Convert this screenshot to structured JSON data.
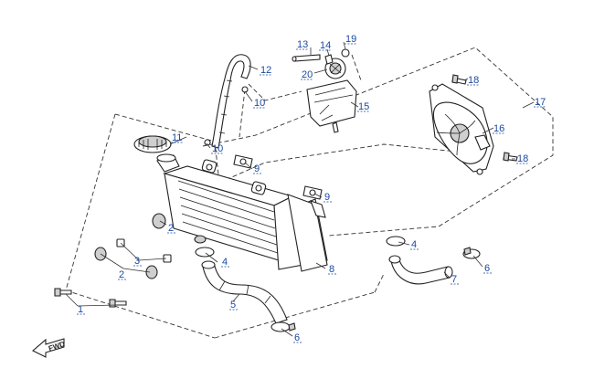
{
  "callouts": {
    "c1": "1",
    "c2a": "2",
    "c2b": "2",
    "c3": "3",
    "c4a": "4",
    "c4b": "4",
    "c5": "5",
    "c6a": "6",
    "c6b": "6",
    "c7": "7",
    "c8": "8",
    "c9a": "9",
    "c9b": "9",
    "c10a": "10",
    "c10b": "10",
    "c11": "11",
    "c12": "12",
    "c13": "13",
    "c14": "14",
    "c15": "15",
    "c16": "16",
    "c17": "17",
    "c18a": "18",
    "c18b": "18",
    "c19": "19",
    "c20": "20"
  },
  "direction_marker": "FWD",
  "colors": {
    "callout": "#1b4aa0",
    "line": "#222222"
  }
}
